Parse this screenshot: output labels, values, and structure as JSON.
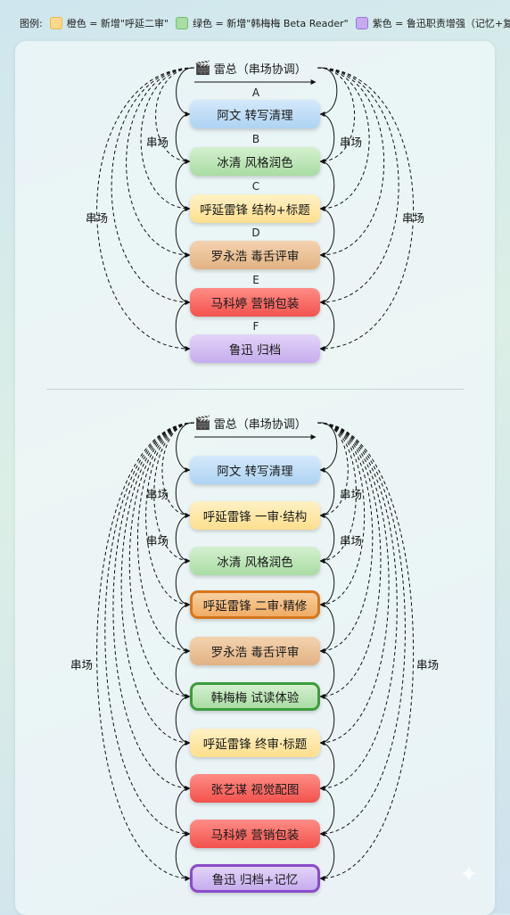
{
  "legend": {
    "prefix": "图例:",
    "orange": {
      "label": "橙色 = 新增\"呼延二审\"",
      "color": "#fcd98a"
    },
    "green": {
      "label": "绿色 = 新增\"韩梅梅 Beta Reader\"",
      "color": "#a9dca3"
    },
    "purple": {
      "label": "紫色 = 鲁迅职责增强（记忆+复盘）",
      "color": "#c6acee"
    }
  },
  "diagram1": {
    "coordinator": "雷总（串场协调）",
    "coordinator_icon": "clapperboard-icon",
    "nodes": [
      "阿文 转写清理",
      "冰清 风格润色",
      "呼延雷锋 结构+标题",
      "罗永浩 毒舌评审",
      "马科婷 营销包装",
      "鲁迅 归档"
    ],
    "steps": [
      "A",
      "B",
      "C",
      "D",
      "E",
      "F"
    ],
    "side_label": "串场"
  },
  "diagram2": {
    "coordinator": "雷总（串场协调）",
    "coordinator_icon": "clapperboard-icon",
    "nodes": [
      "阿文 转写清理",
      "呼延雷锋 一审·结构",
      "冰清 风格润色",
      "呼延雷锋 二审·精修",
      "罗永浩 毒舌评审",
      "韩梅梅 试读体验",
      "呼延雷锋 终审·标题",
      "张艺谋 视觉配图",
      "马科婷 营销包装",
      "鲁迅 归档+记忆"
    ],
    "side_label": "串场"
  }
}
